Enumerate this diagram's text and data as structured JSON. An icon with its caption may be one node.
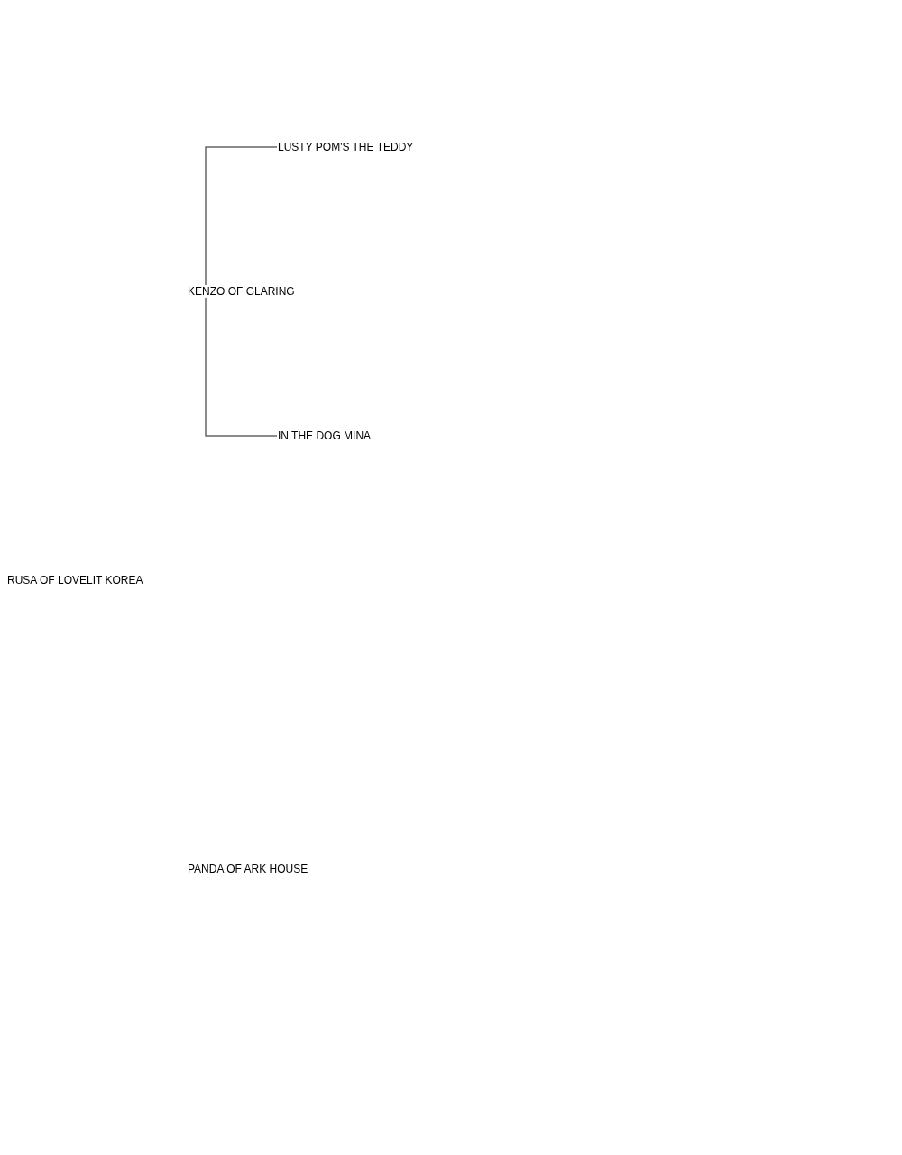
{
  "diagram": {
    "nodes": [
      {
        "text": [
          "LUSTY POM'S THE TEDDY"
        ]
      },
      {
        "text": [
          "KENZO OF GLARING"
        ]
      },
      {
        "text": [
          "IN THE DOG MINA"
        ]
      },
      {
        "text": [
          "RUSA OF LOVELIT KOREA"
        ]
      },
      {
        "text": [
          "PANDA OF ARK HOUSE"
        ]
      }
    ],
    "edges": [
      {
        "from": 1,
        "to": 0,
        "arrow": "none"
      },
      {
        "from": 1,
        "to": 2,
        "arrow": "none"
      }
    ]
  }
}
